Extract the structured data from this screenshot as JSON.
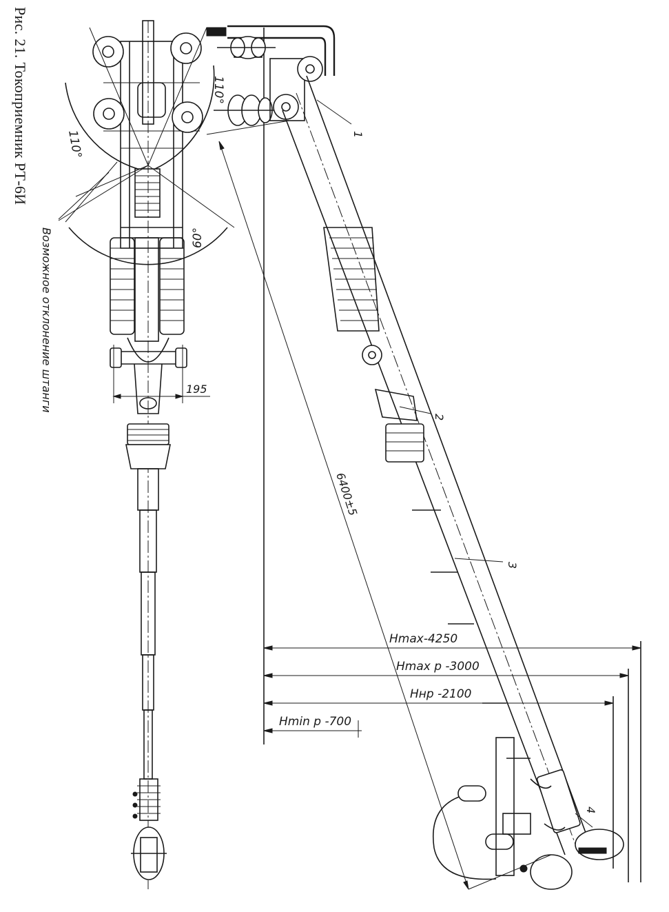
{
  "caption": "Рис. 21. Токоприемник РТ-6И",
  "labels": {
    "deviation_note": "Возможное отклонение штанги",
    "angle_top_left": "110°",
    "angle_top_right": "110°",
    "angle_bottom": "60°",
    "width_dim": "195",
    "length_dim": "6400±5",
    "callout_1": "1",
    "callout_2": "2",
    "callout_3": "3",
    "callout_4": "4",
    "h_max": "Hmax-4250",
    "h_max_p": "Hmax p -3000",
    "h_np": "Hнр -2100",
    "h_min_p": "Hmin p -700"
  }
}
